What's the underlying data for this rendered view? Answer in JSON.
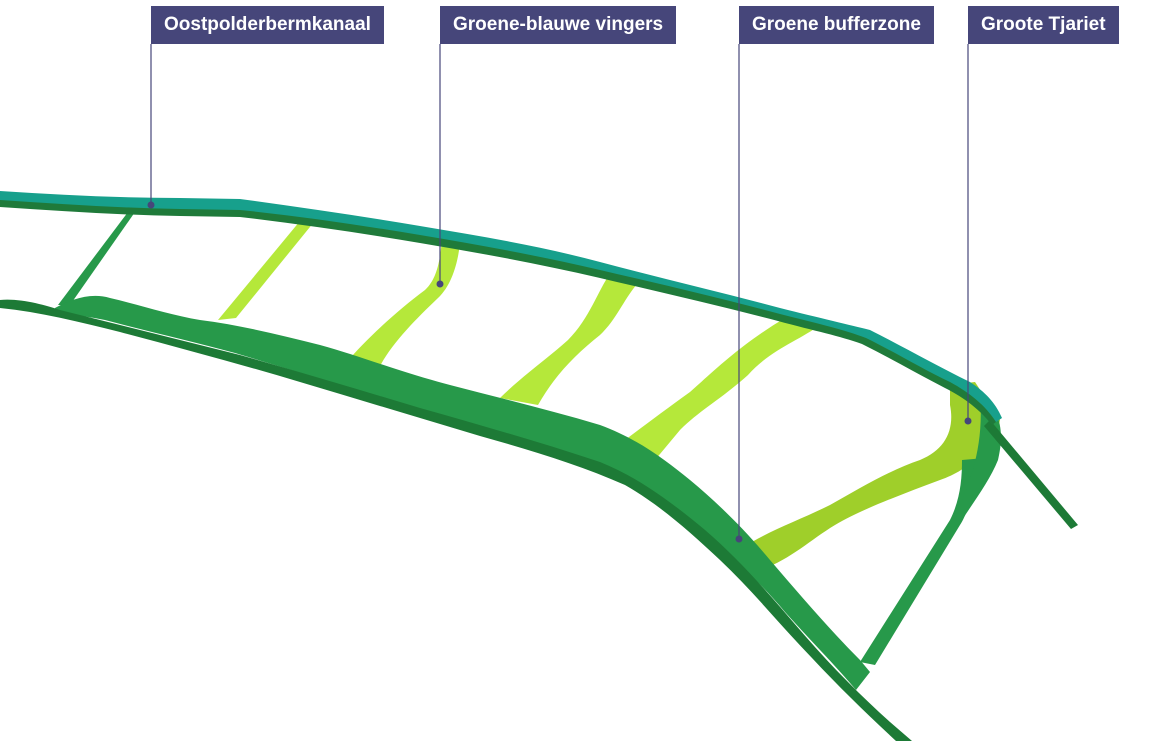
{
  "labels": [
    {
      "id": "oostpolderbermkanaal",
      "text": "Oostpolderbermkanaal"
    },
    {
      "id": "groene-blauwe-vingers",
      "text": "Groene-blauwe vingers"
    },
    {
      "id": "groene-bufferzone",
      "text": "Groene bufferzone"
    },
    {
      "id": "groote-tjariet",
      "text": "Groote Tjariet"
    }
  ],
  "colors": {
    "canal": "#17a08c",
    "canal_edge": "#1f7a3a",
    "buffer_zone": "#27994a",
    "buffer_edge": "#1d7a36",
    "green_blue_fingers": "#b5e83a",
    "groote_tjariet": "#9fcf2a",
    "label_background": "#46467a",
    "label_text": "#ffffff",
    "leader_line": "#46467a"
  }
}
